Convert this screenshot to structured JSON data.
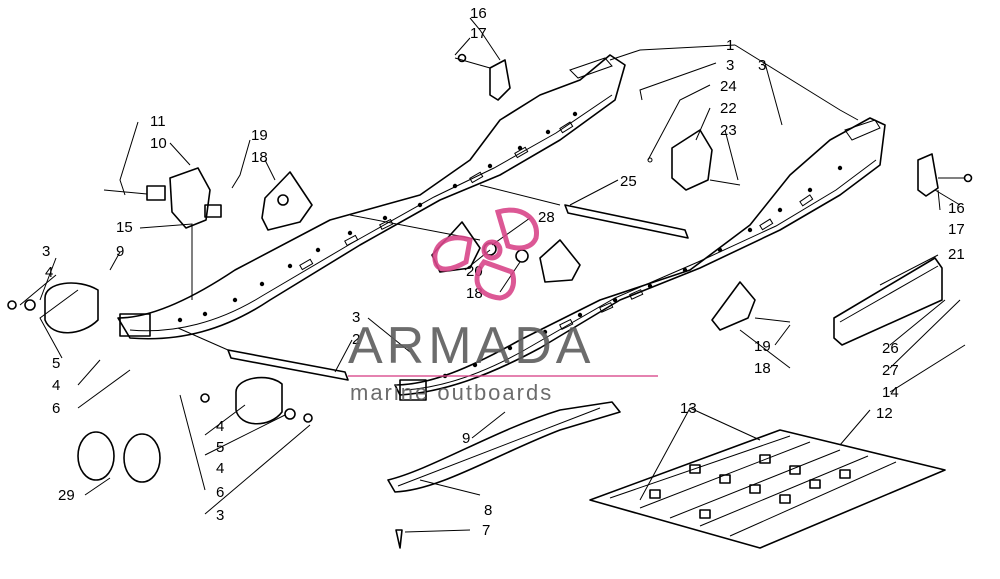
{
  "callouts": [
    "1",
    "2",
    "3",
    "3",
    "3",
    "3",
    "3",
    "4",
    "4",
    "4",
    "4",
    "5",
    "5",
    "6",
    "6",
    "7",
    "8",
    "9",
    "9",
    "10",
    "11",
    "12",
    "13",
    "14",
    "15",
    "16",
    "16",
    "17",
    "17",
    "18",
    "18",
    "18",
    "19",
    "19",
    "20",
    "21",
    "22",
    "23",
    "24",
    "25",
    "26",
    "27",
    "28",
    "29"
  ],
  "watermark": {
    "brand": "ARMADA",
    "tagline": "marine outboards",
    "accent_color": "#d9468a",
    "text_color": "#5d5d5d"
  },
  "colors": {
    "line": "#000000",
    "background": "#ffffff"
  }
}
